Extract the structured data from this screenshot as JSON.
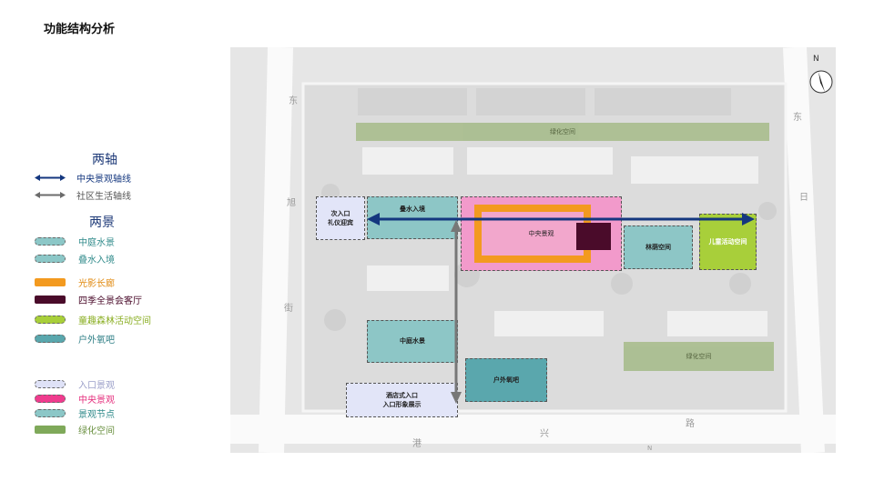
{
  "title": "功能结构分析",
  "legend": {
    "axes_heading": "两轴",
    "axes": [
      {
        "label": "中央景观轴线",
        "color": "#14377f"
      },
      {
        "label": "社区生活轴线",
        "color": "#6b6b6b"
      }
    ],
    "views_heading": "两景",
    "items": [
      {
        "label": "中庭水景",
        "color": "#8cc7c7",
        "text_color": "#2f8a8a",
        "style": "dashed"
      },
      {
        "label": "叠水入境",
        "color": "#8cc7c7",
        "text_color": "#2f8a8a",
        "style": "dashed"
      },
      {
        "label": "光影长廊",
        "color": "#f39a1f",
        "text_color": "#e08a10",
        "style": "solid"
      },
      {
        "label": "四季全景会客厅",
        "color": "#4a0b2a",
        "text_color": "#4a0b2a",
        "style": "solid"
      },
      {
        "label": "童趣森林活动空间",
        "color": "#a8cf3a",
        "text_color": "#8aae22",
        "style": "dashed"
      },
      {
        "label": "户外氧吧",
        "color": "#5aa7ad",
        "text_color": "#2f7f86",
        "style": "dashed"
      },
      {
        "label": "入口景观",
        "color": "#dfe2f7",
        "text_color": "#9b9fc9",
        "style": "dashed"
      },
      {
        "label": "中央景观",
        "color": "#ef3c8e",
        "text_color": "#e5307e",
        "style": "dashed"
      },
      {
        "label": "景观节点",
        "color": "#8cc7c7",
        "text_color": "#2f8a8a",
        "style": "dashed"
      },
      {
        "label": "绿化空间",
        "color": "#7fa95a",
        "text_color": "#6a9040",
        "style": "solid"
      }
    ]
  },
  "map": {
    "green_top": "绿化空间",
    "green_right": "绿化空间",
    "zones": {
      "secondary_entrance": "次入口\n礼仪迎宾",
      "cascade": "叠水入境",
      "central": "中央景观",
      "forest": "林荫空间",
      "children": "儿童活动空间",
      "courtyard_water": "中庭水景",
      "oxygen": "户外氧吧",
      "hotel_entrance": "酒店式入口\n入口形象展示"
    },
    "road_chars_left": [
      "东",
      "旭",
      "街"
    ],
    "road_chars_right": [
      "东",
      "日"
    ],
    "road_chars_bottom": [
      "港",
      "兴",
      "路"
    ],
    "north_label_top": "N",
    "north_label_bottom": "N"
  }
}
